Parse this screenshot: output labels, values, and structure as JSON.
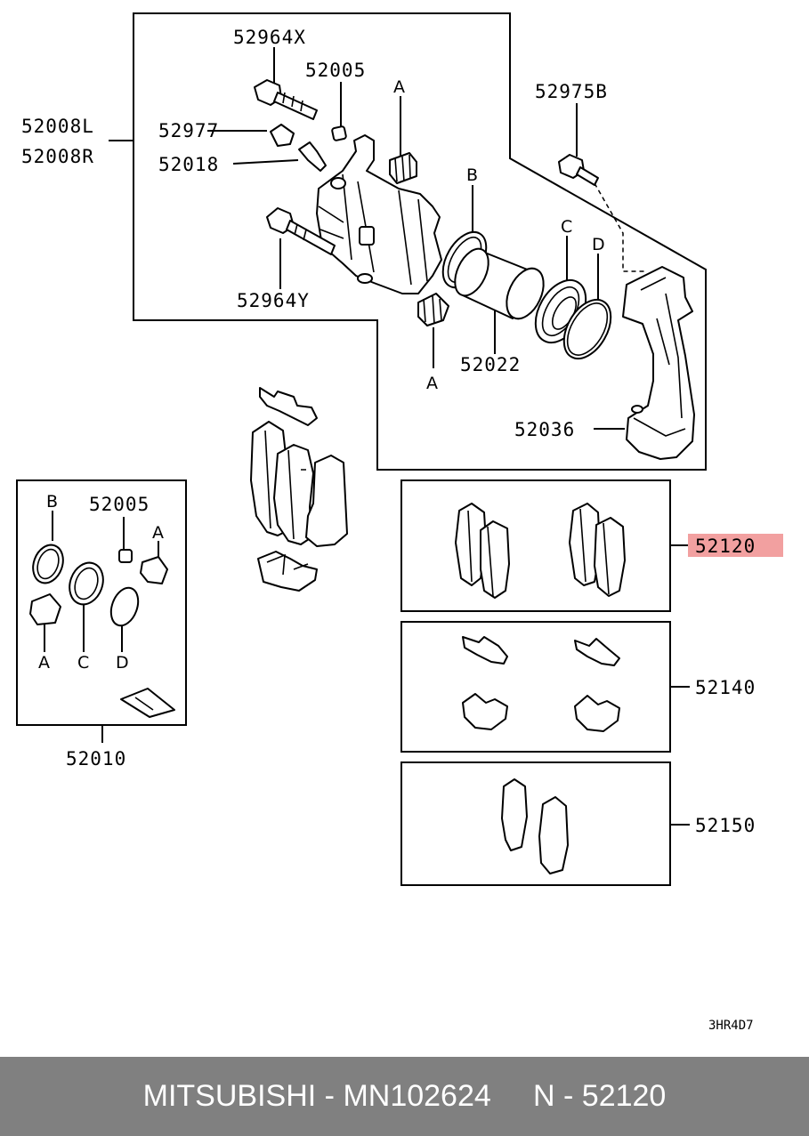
{
  "diagram": {
    "labels": {
      "l52964x": "52964X",
      "l52005a": "52005",
      "lA1": "A",
      "l52975b": "52975B",
      "l52008l": "52008L",
      "l52008r": "52008R",
      "l52977": "52977",
      "l52018": "52018",
      "lB1": "B",
      "lC1": "C",
      "lD1": "D",
      "l52964y": "52964Y",
      "l52022": "52022",
      "lA2": "A",
      "l52036": "52036",
      "lB2": "B",
      "l52005b": "52005",
      "lA3": "A",
      "lA4": "A",
      "lC2": "C",
      "lD2": "D",
      "l52010": "52010",
      "l52120": "52120",
      "l52140": "52140",
      "l52150": "52150",
      "ref": "3HR4D7"
    },
    "highlight_color": "#f2a0a0"
  },
  "footer": {
    "brand": "MITSUBISHI",
    "sep": " - ",
    "part_number": "MN102624",
    "gap": "     ",
    "ref_code": "N - 52120"
  }
}
